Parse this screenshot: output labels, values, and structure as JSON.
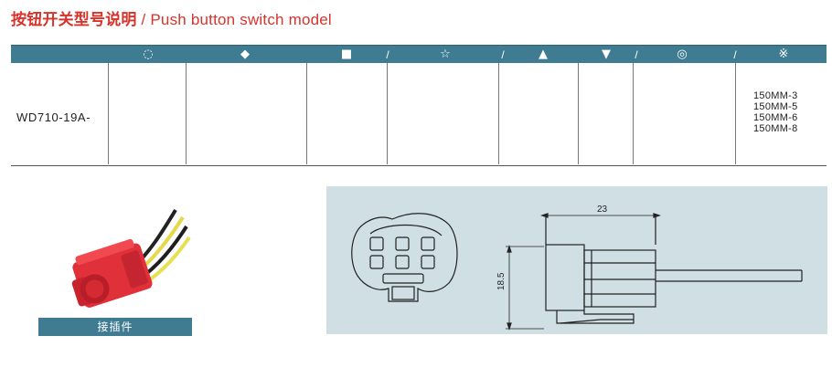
{
  "title": {
    "chinese": "按钮开关型号说明",
    "english": " / Push button switch model"
  },
  "table": {
    "header_symbols": [
      "◌",
      "◆",
      "■",
      "/",
      "☆",
      "/",
      "▲",
      "▼",
      "/",
      "◎",
      "/",
      "※"
    ],
    "row": {
      "model_code": "WD710-19A-",
      "lengths": [
        "150MM-3",
        "150MM-5",
        "150MM-6",
        "150MM-8"
      ]
    }
  },
  "photo": {
    "caption": "接插件"
  },
  "drawing": {
    "dimension_width": "23",
    "dimension_height": "18.5"
  }
}
